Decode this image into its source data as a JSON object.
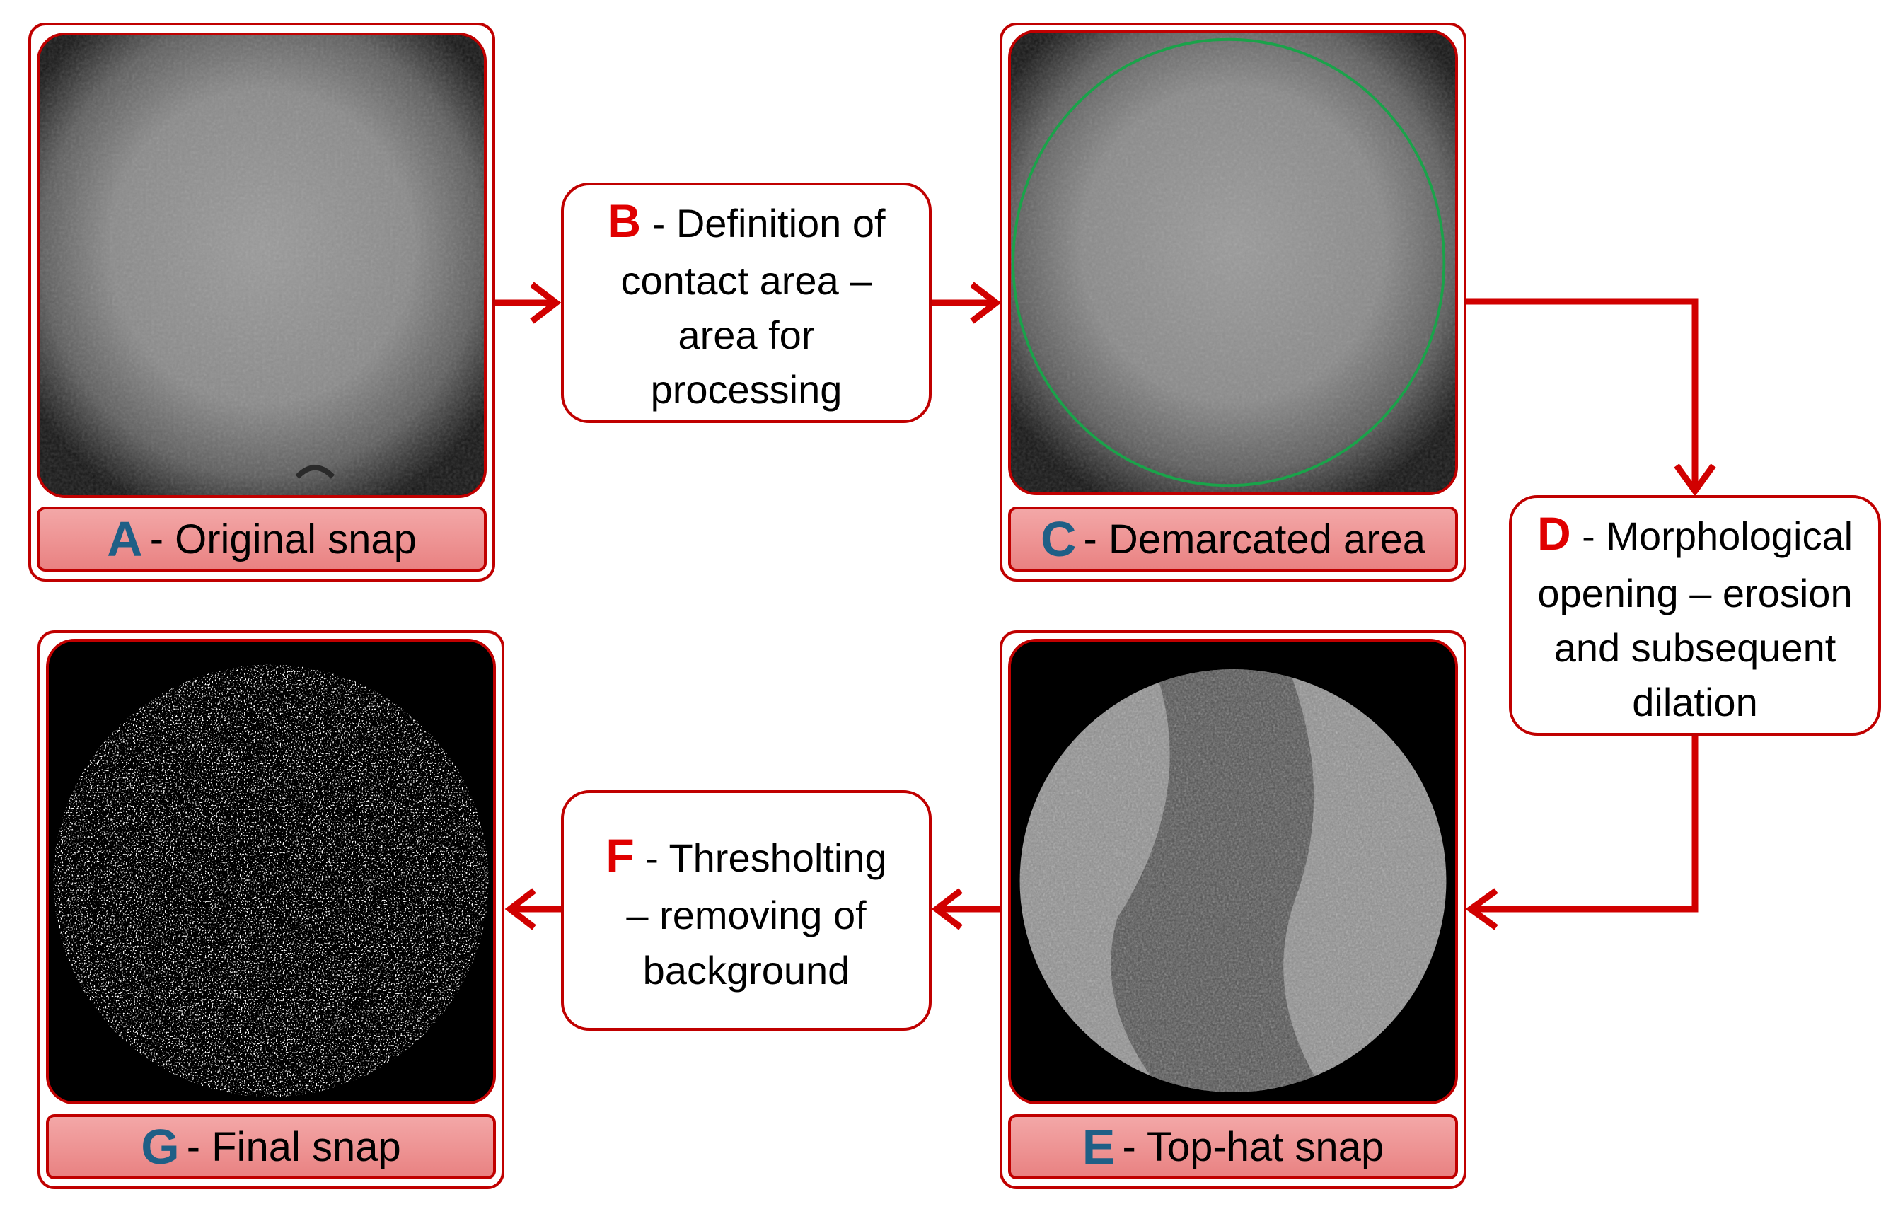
{
  "colors": {
    "accent_red": "#c00000",
    "step_letter_red": "#e00000",
    "caption_letter_blue": "#1f5f86",
    "caption_fill": "#ec8e8e",
    "demarcation_green": "#1aa34a"
  },
  "panels": {
    "a": {
      "letter": "A",
      "label": " - Original snap"
    },
    "c": {
      "letter": "C",
      "label": " - Demarcated area"
    },
    "e": {
      "letter": "E",
      "label": " - Top-hat snap"
    },
    "g": {
      "letter": "G",
      "label": " - Final snap"
    }
  },
  "steps": {
    "b": {
      "letter": "B",
      "line1": " - Definition of",
      "line2": "contact area –",
      "line3": "area for",
      "line4": "processing"
    },
    "d": {
      "letter": "D",
      "line1": " - Morphological",
      "line2": "opening – erosion",
      "line3": "and subsequent",
      "line4": "dilation"
    },
    "f": {
      "letter": "F",
      "line1": " - Thresholting",
      "line2": "– removing of",
      "line3": "background"
    }
  }
}
